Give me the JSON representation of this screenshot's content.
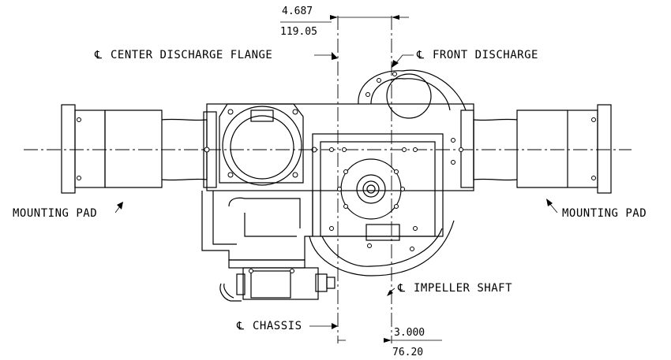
{
  "callouts": {
    "center_discharge": "CENTER DISCHARGE FLANGE",
    "front_discharge": "FRONT DISCHARGE",
    "mounting_pad_left": "MOUNTING PAD",
    "mounting_pad_right": "MOUNTING PAD",
    "impeller_shaft": "IMPELLER SHAFT",
    "chassis": "CHASSIS"
  },
  "dimensions": {
    "top": {
      "inch": "4.687",
      "mm": "119.05"
    },
    "bottom": {
      "inch": "3.000",
      "mm": "76.20"
    }
  }
}
